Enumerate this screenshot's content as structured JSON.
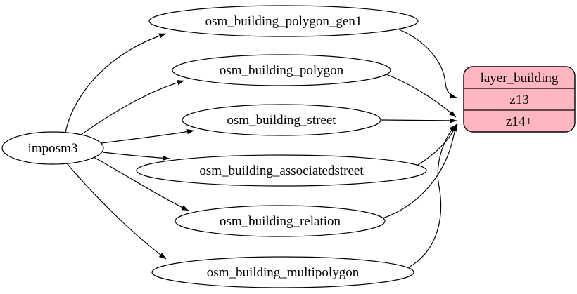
{
  "diagram": {
    "type": "graphviz-flow",
    "direction": "left-to-right",
    "colors": {
      "background": "#ffffff",
      "node_fill": "#ffffff",
      "layer_fill": "#ffb6c1",
      "stroke": "#000000",
      "text": "#000000"
    },
    "source_node": {
      "label": "imposm3"
    },
    "table_nodes": [
      {
        "label": "osm_building_polygon_gen1"
      },
      {
        "label": "osm_building_polygon"
      },
      {
        "label": "osm_building_street"
      },
      {
        "label": "osm_building_associatedstreet"
      },
      {
        "label": "osm_building_relation"
      },
      {
        "label": "osm_building_multipolygon"
      }
    ],
    "layer_node": {
      "title": "layer_building",
      "rows": [
        {
          "label": "z13"
        },
        {
          "label": "z14+"
        }
      ]
    },
    "edges": [
      {
        "from": "imposm3",
        "to": "osm_building_polygon_gen1"
      },
      {
        "from": "imposm3",
        "to": "osm_building_polygon"
      },
      {
        "from": "imposm3",
        "to": "osm_building_street"
      },
      {
        "from": "imposm3",
        "to": "osm_building_associatedstreet"
      },
      {
        "from": "imposm3",
        "to": "osm_building_relation"
      },
      {
        "from": "imposm3",
        "to": "osm_building_multipolygon"
      },
      {
        "from": "osm_building_polygon_gen1",
        "to": "layer_building:z13"
      },
      {
        "from": "osm_building_polygon",
        "to": "layer_building:z14+"
      },
      {
        "from": "osm_building_street",
        "to": "layer_building:z14+"
      },
      {
        "from": "osm_building_associatedstreet",
        "to": "layer_building:z14+"
      },
      {
        "from": "osm_building_relation",
        "to": "layer_building:z14+"
      },
      {
        "from": "osm_building_multipolygon",
        "to": "layer_building:z14+"
      }
    ]
  }
}
